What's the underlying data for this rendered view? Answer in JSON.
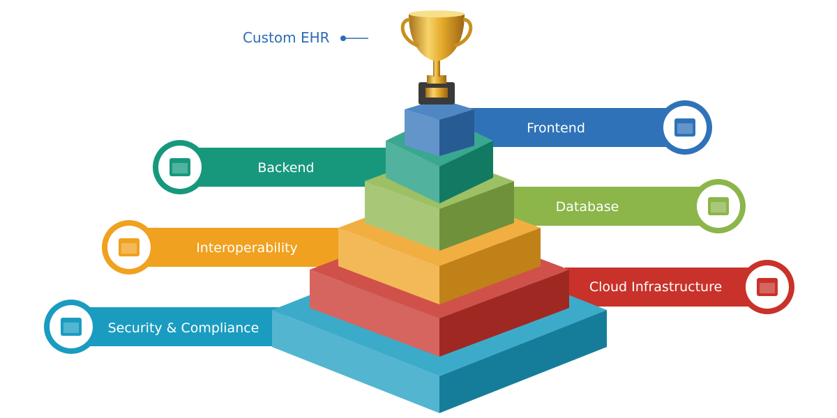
{
  "title": "Custom EHR",
  "layers": [
    {
      "label": "Frontend",
      "icon": "ux-window-icon",
      "color": "#2f72b8"
    },
    {
      "label": "Backend",
      "icon": "code-gear-icon",
      "color": "#17987c"
    },
    {
      "label": "Database",
      "icon": "database-gear-icon",
      "color": "#8cb54a"
    },
    {
      "label": "Interoperability",
      "icon": "network-people-icon",
      "color": "#f0a11f"
    },
    {
      "label": "Cloud Infrastructure",
      "icon": "cloud-network-icon",
      "color": "#c8322a"
    },
    {
      "label": "Security & Compliance",
      "icon": "shield-lock-icon",
      "color": "#1a9cc0"
    }
  ],
  "colors": {
    "title": "#2a6db5",
    "trophy": "#e0a92a"
  }
}
